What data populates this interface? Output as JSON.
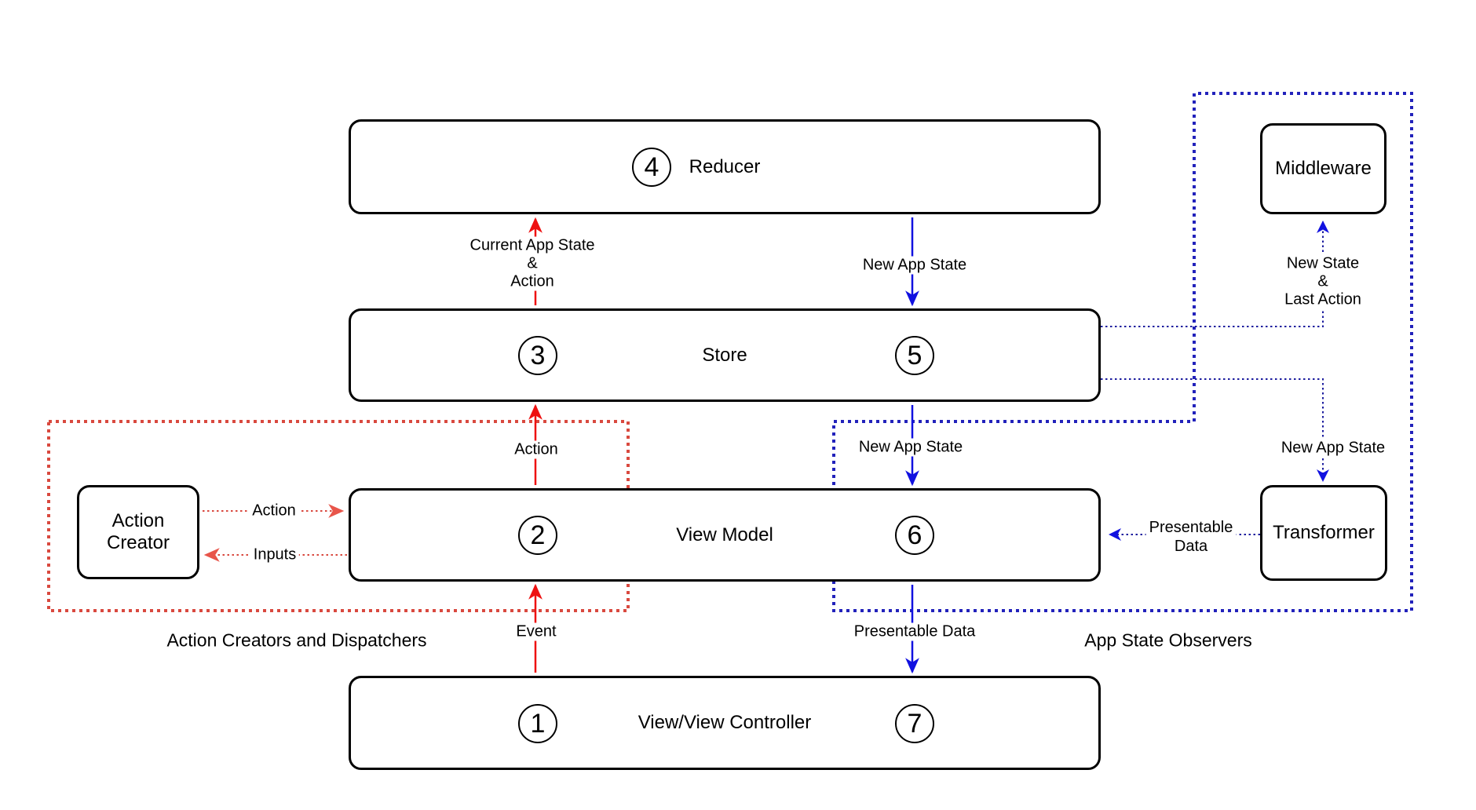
{
  "nodes": {
    "reducer": {
      "number": "4",
      "label": "Reducer"
    },
    "store": {
      "number_left": "3",
      "label": "Store",
      "number_right": "5"
    },
    "view_model": {
      "number_left": "2",
      "label": "View Model",
      "number_right": "6"
    },
    "view_controller": {
      "number_left": "1",
      "label": "View/View Controller",
      "number_right": "7"
    },
    "action_creator": {
      "line1": "Action",
      "line2": "Creator"
    },
    "middleware": {
      "label": "Middleware"
    },
    "transformer": {
      "label": "Transformer"
    }
  },
  "edge_labels": {
    "current_app_state_line1": "Current App State",
    "current_app_state_line2": "&",
    "current_app_state_line3": "Action",
    "new_app_state_top": "New App State",
    "action_to_store": "Action",
    "new_app_state_mid": "New App State",
    "event": "Event",
    "presentable_data_bottom": "Presentable Data",
    "action_from_creator": "Action",
    "inputs_to_creator": "Inputs",
    "new_state_line1": "New State",
    "new_state_line2": "&",
    "new_state_line3": "Last Action",
    "new_app_state_right": "New App State",
    "presentable_line1": "Presentable",
    "presentable_line2": "Data"
  },
  "region_labels": {
    "dispatchers": "Action Creators and Dispatchers",
    "observers": "App State Observers"
  },
  "colors": {
    "solid_red": "#ee1111",
    "dotted_red": "#d9493f",
    "solid_blue": "#1111e0",
    "dotted_blue": "#2222bb",
    "thin_dotted_blue": "#1c1c9e",
    "line_black": "#000000",
    "canvas_bg": "#ffffff"
  }
}
